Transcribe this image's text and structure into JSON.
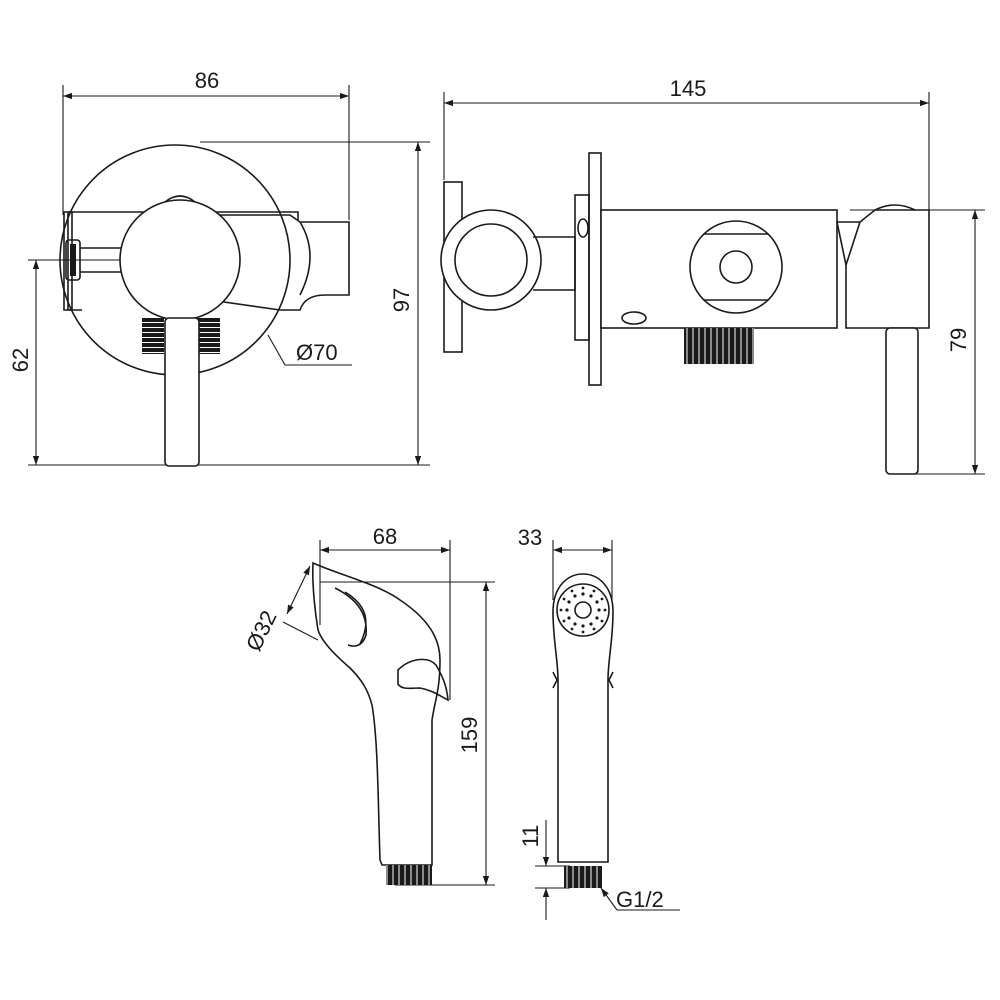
{
  "dimensions": {
    "front_width": "86",
    "front_height": "97",
    "front_axis_height": "62",
    "front_diameter": "Ø70",
    "side_length": "145",
    "side_height": "79",
    "shower_width": "68",
    "shower_height": "159",
    "shower_head_diameter": "Ø32",
    "shower_side_width": "33",
    "shower_connector_length": "11",
    "shower_thread": "G1/2"
  }
}
